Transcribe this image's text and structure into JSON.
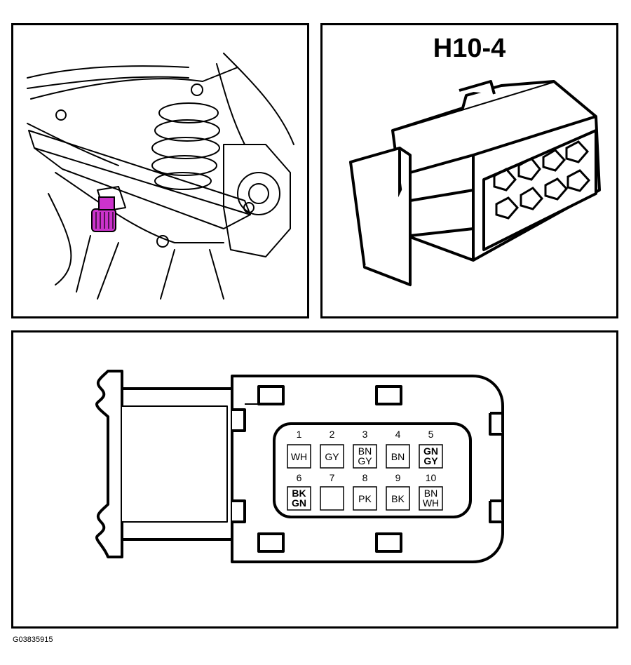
{
  "connector": {
    "title": "H10-4",
    "figure_id": "G03835915"
  },
  "colors": {
    "highlight": "#cc33cc",
    "line": "#000000",
    "background": "#ffffff"
  },
  "pins": [
    {
      "num": "1",
      "lines": [
        "WH"
      ],
      "bold": false
    },
    {
      "num": "2",
      "lines": [
        "GY"
      ],
      "bold": false
    },
    {
      "num": "3",
      "lines": [
        "BN",
        "GY"
      ],
      "bold": false
    },
    {
      "num": "4",
      "lines": [
        "BN"
      ],
      "bold": false
    },
    {
      "num": "5",
      "lines": [
        "GN",
        "GY"
      ],
      "bold": true
    },
    {
      "num": "6",
      "lines": [
        "BK",
        "GN"
      ],
      "bold": true
    },
    {
      "num": "7",
      "lines": [],
      "bold": false
    },
    {
      "num": "8",
      "lines": [
        "PK"
      ],
      "bold": false
    },
    {
      "num": "9",
      "lines": [
        "BK"
      ],
      "bold": false
    },
    {
      "num": "10",
      "lines": [
        "BN",
        "WH"
      ],
      "bold": false
    }
  ]
}
